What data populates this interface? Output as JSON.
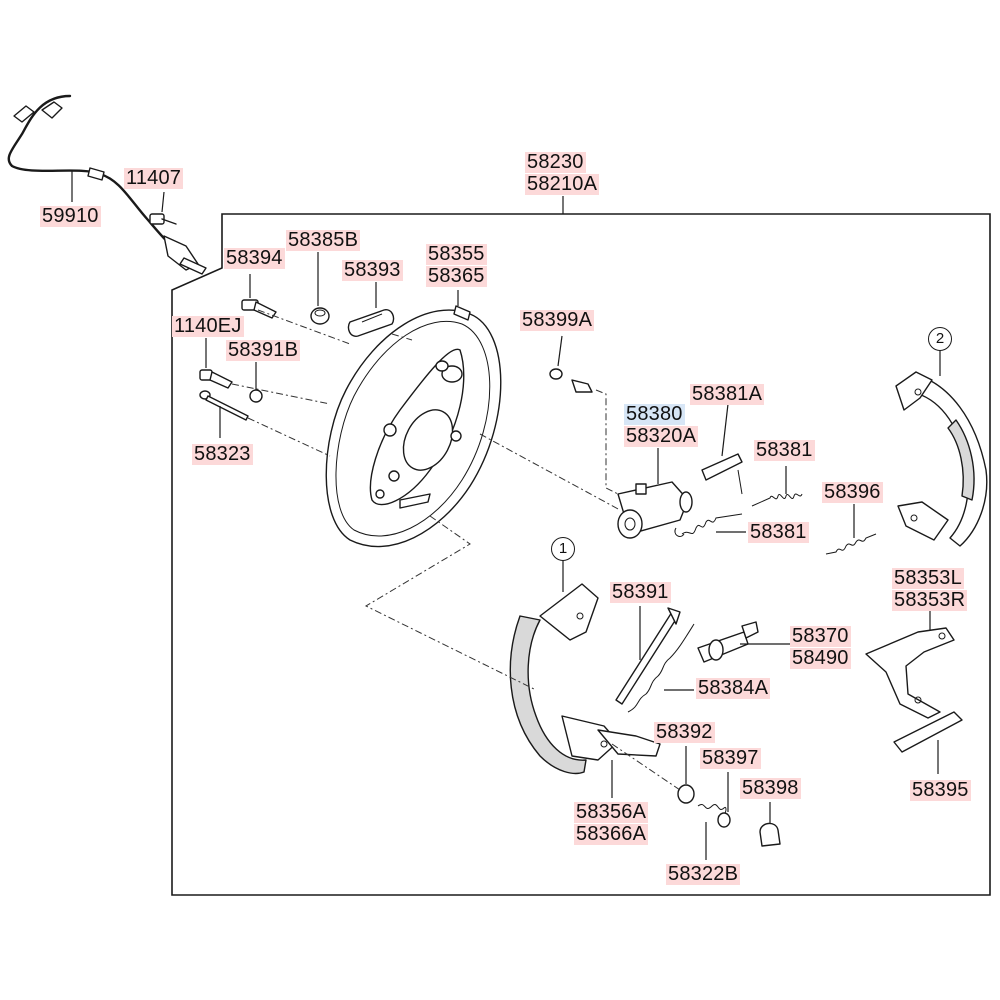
{
  "labels": {
    "p58230": "58230",
    "p58210A": "58210A",
    "p11407": "11407",
    "p59910": "59910",
    "p58385B": "58385B",
    "p58394": "58394",
    "p58355": "58355",
    "p58365": "58365",
    "p58393": "58393",
    "p1140EJ": "1140EJ",
    "p58391B": "58391B",
    "p58323": "58323",
    "p58399A": "58399A",
    "p58380": "58380",
    "p58320A": "58320A",
    "p58381A": "58381A",
    "p58381a": "58381",
    "p58381b": "58381",
    "p58396": "58396",
    "p58391": "58391",
    "p58370": "58370",
    "p58490": "58490",
    "p58384A": "58384A",
    "p58353L": "58353L",
    "p58353R": "58353R",
    "p58392": "58392",
    "p58397": "58397",
    "p58398": "58398",
    "p58356A": "58356A",
    "p58366A": "58366A",
    "p58322B": "58322B",
    "p58395": "58395"
  },
  "callouts": {
    "c1": "1",
    "c2": "2"
  },
  "colors": {
    "label_highlight": "#fcd9d9",
    "label_highlight_alt": "#d7e6f6",
    "line": "#1a1a1a"
  }
}
